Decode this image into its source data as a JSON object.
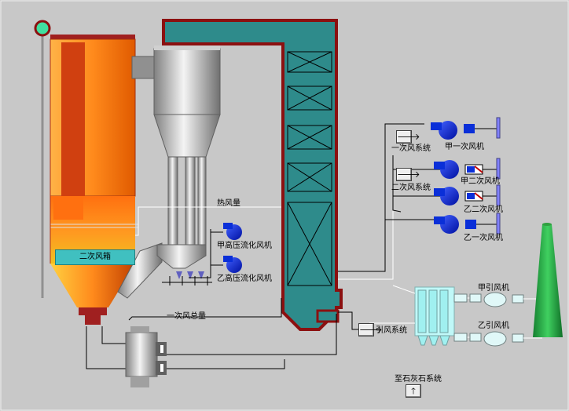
{
  "labels": {
    "hot_air": "热风量",
    "secondary_air_box": "二次风箱",
    "hp_fan_a": "甲高压流化风机",
    "hp_fan_b": "乙高压流化风机",
    "primary_air_system": "一次风系统",
    "primary_fan_a": "甲一次风机",
    "secondary_air_system": "二次风系统",
    "secondary_fan_a": "甲二次风机",
    "secondary_fan_b": "乙二次风机",
    "primary_fan_b": "乙一次风机",
    "primary_air_total": "一次风总量",
    "induced_air_system": "引风系统",
    "id_fan_a": "甲引风机",
    "id_fan_b": "乙引风机",
    "limestone_system": "至石灰石系统"
  },
  "icons": {
    "right_arrow": "🡒",
    "up_arrow": "🡑"
  },
  "colors": {
    "background": "#c8c8c8",
    "boiler_flame": "#ff8a1c",
    "boiler_yellow": "#f0c020",
    "teal": "#2e8b8b",
    "border_red": "#8b1010",
    "fan_blue": "#0a2fd8",
    "stack_green": "#30c050",
    "filter_cyan": "#a0f0f0"
  }
}
